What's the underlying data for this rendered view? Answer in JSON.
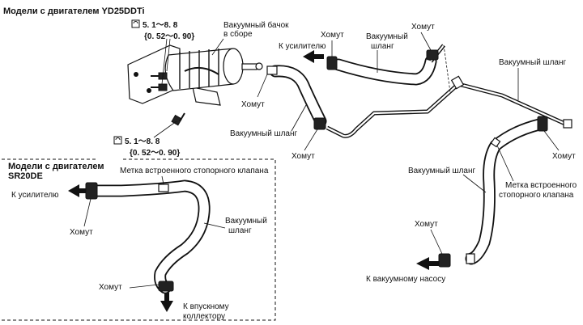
{
  "title_main": "Модели с двигателем YD25DDTi",
  "title_sub": [
    "Модели с двигателем",
    "SR20DE"
  ],
  "torque": {
    "top": [
      "5. 1～8. 8",
      "{0. 52～0. 90}"
    ],
    "bottom": [
      "5. 1～8. 8",
      "{0. 52～0. 90}"
    ]
  },
  "labels": {
    "vacuum_tank": [
      "Вакуумный бачок",
      "в сборе"
    ],
    "to_booster": "К усилителю",
    "clamp_top": "Хомут",
    "hose_top": [
      "Вакуумный",
      "шланг"
    ],
    "clamp_top_right": "Хомут",
    "hose_long": "Вакуумный шланг",
    "clamp_left": "Хомут",
    "hose_mid": "Вакуумный шланг",
    "clamp_mid": "Хомут",
    "clamp_right": "Хомут",
    "hose_right": "Вакуумный шланг",
    "check_valve_right": [
      "Метка встроенного",
      "стопорного клапана"
    ],
    "clamp_pump": "Хомут",
    "to_pump": "К вакуумному насосу",
    "check_valve_sr": "Метка встроенного стопорного клапана",
    "to_booster_sr": "К усилителю",
    "clamp_sr_top": "Хомут",
    "hose_sr": [
      "Вакуумный",
      "шланг"
    ],
    "clamp_sr_bottom": "Хомут",
    "to_manifold": [
      "К впускному",
      "коллектору"
    ]
  }
}
